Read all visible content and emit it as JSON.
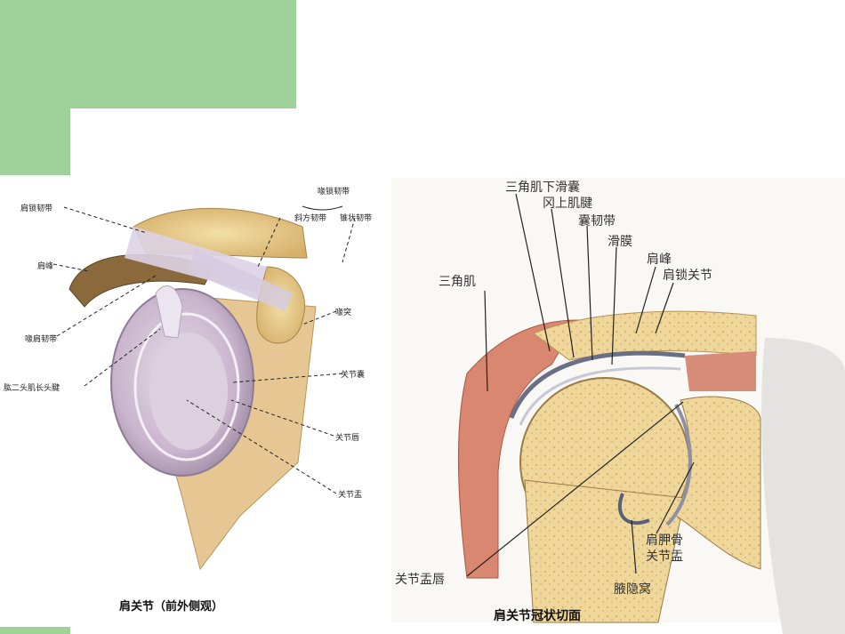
{
  "colors": {
    "accent_green": "#9fd19a"
  },
  "left_figure": {
    "caption": "肩关节（前外侧观）",
    "labels": {
      "coracoclavicular": "喙锁韧带",
      "trapezoid": "斜方韧带",
      "conoid": "锥状韧带",
      "acromioclavicular": "肩锁韧带",
      "acromion": "肩峰",
      "coracoacromial": "喙肩韧带",
      "coracoid": "喙突",
      "biceps_long_head": "肱二头肌长头腱",
      "capsule": "关节囊",
      "labrum": "关节唇",
      "glenoid": "关节盂"
    }
  },
  "right_figure": {
    "caption": "肩关节冠状切面",
    "labels": {
      "subdeltoid_bursa": "三角肌下滑囊",
      "supraspinatus": "冈上肌腱",
      "capsular_ligament": "囊韧带",
      "synovium": "滑膜",
      "acromion": "肩峰",
      "ac_joint": "肩锁关节",
      "deltoid": "三角肌",
      "scapular_glenoid_1": "肩胛骨",
      "scapular_glenoid_2": "关节盂",
      "glenoid_labrum": "关节盂唇",
      "axillary_recess": "腋隐窝"
    }
  }
}
